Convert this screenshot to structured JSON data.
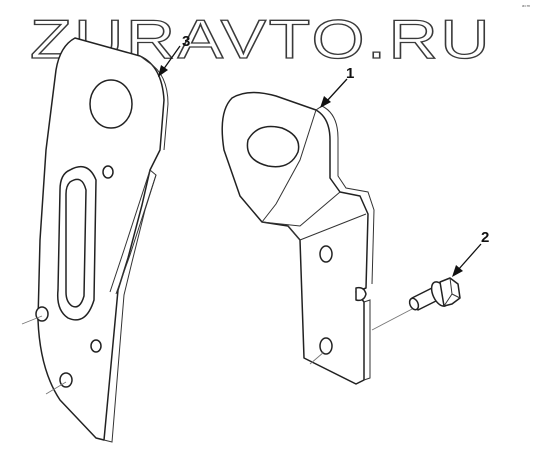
{
  "watermark": "ZURAVTO.RU",
  "corner_mark": "ᵃᶜᵐ",
  "callouts": [
    {
      "number": "1",
      "part": "upper bracket"
    },
    {
      "number": "2",
      "part": "bolt"
    },
    {
      "number": "3",
      "part": "side plate"
    }
  ]
}
